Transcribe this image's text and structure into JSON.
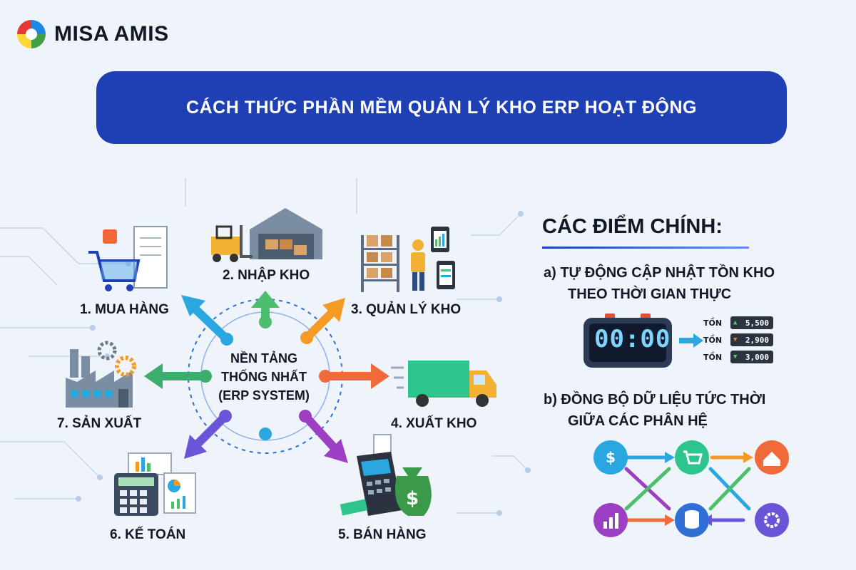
{
  "brand": {
    "name": "MISA AMIS",
    "logo_icon": "misa-amis-logo"
  },
  "banner": {
    "title": "CÁCH THỨC PHẦN MỀM QUẢN LÝ KHO ERP HOẠT ĐỘNG"
  },
  "center": {
    "lines": [
      "NỀN TẢNG",
      "THỐNG NHẤT",
      "(ERP SYSTEM)"
    ]
  },
  "nodes": [
    {
      "label": "1. MUA HÀNG",
      "icon": "shopping-cart-icon",
      "arrow_color": "#2aa6e0"
    },
    {
      "label": "2. NHẬP KHO",
      "icon": "warehouse-forklift-icon",
      "arrow_color": "#4cbe6c"
    },
    {
      "label": "3. QUẢN LÝ KHO",
      "icon": "warehouse-shelves-icon",
      "arrow_color": "#f59b25"
    },
    {
      "label": "4. XUẤT KHO",
      "icon": "delivery-truck-icon",
      "arrow_color": "#f06a3a"
    },
    {
      "label": "5. BÁN HÀNG",
      "icon": "pos-terminal-icon",
      "arrow_color": "#9c3fc4"
    },
    {
      "label": "6. KẾ TOÁN",
      "icon": "calculator-icon",
      "arrow_color": "#6a55d8"
    },
    {
      "label": "7. SẢN XUẤT",
      "icon": "factory-icon",
      "arrow_color": "#3aae6a"
    }
  ],
  "key_points": {
    "title": "CÁC ĐIỂM CHÍNH:",
    "a": {
      "line1": "a) TỰ ĐỘNG CẬP NHẬT TỒN KHO",
      "line2": "THEO THỜI GIAN THỰC"
    },
    "b": {
      "line1": "b) ĐỒNG BỘ DỮ LIỆU TỨC THỜI",
      "line2": "GIỮA CÁC PHÂN HỆ"
    },
    "clock": "00:00",
    "stock": [
      {
        "label": "TỒN",
        "value": "5,500",
        "trend": "▲",
        "trend_color": "#4cd07a"
      },
      {
        "label": "TỒN",
        "value": "2,900",
        "trend": "▼",
        "trend_color": "#f07a3a"
      },
      {
        "label": "TỒN",
        "value": "3,000",
        "trend": "▼",
        "trend_color": "#4cd07a"
      }
    ],
    "sync_icons": [
      "money-hand-icon",
      "cart-icon",
      "warehouse-icon",
      "chart-icon",
      "database-icon",
      "gear-sync-icon"
    ]
  },
  "colors": {
    "banner": "#1f3fb5",
    "background": "#eef4fa"
  }
}
